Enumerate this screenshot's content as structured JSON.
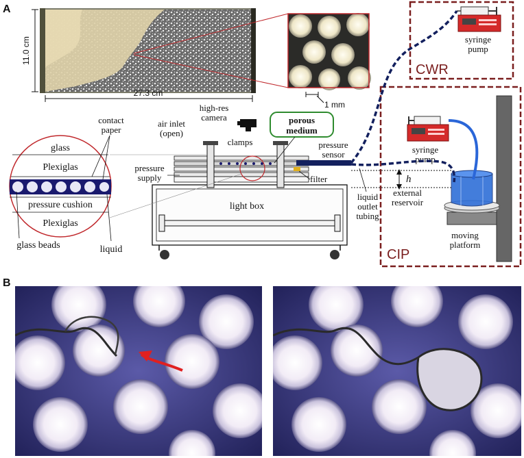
{
  "panels": {
    "a": "A",
    "b": "B"
  },
  "dimensions": {
    "height": "11.0 cm",
    "width": "27.3 cm",
    "scale": "1 mm"
  },
  "labels": {
    "contact_paper_1": "contact",
    "contact_paper_2": "paper",
    "air_inlet_1": "air inlet",
    "air_inlet_2": "(open)",
    "camera_1": "high-res",
    "camera_2": "camera",
    "porous_1": "porous",
    "porous_2": "medium",
    "clamps": "clamps",
    "pressure_sensor_1": "pressure",
    "pressure_sensor_2": "sensor",
    "pressure_supply_1": "pressure",
    "pressure_supply_2": "supply",
    "filter": "filter",
    "glass": "glass",
    "plexiglas_top": "Plexiglas",
    "pressure_cushion": "pressure cushion",
    "plexiglas_bottom": "Plexiglas",
    "glass_beads": "glass beads",
    "liquid": "liquid",
    "light_box": "light box",
    "liquid_outlet_1": "liquid",
    "liquid_outlet_2": "outlet",
    "liquid_outlet_3": "tubing",
    "external_reservoir_1": "external",
    "external_reservoir_2": "reservoir",
    "moving_platform_1": "moving",
    "moving_platform_2": "platform",
    "syringe_pump_cwr_1": "syringe",
    "syringe_pump_cwr_2": "pump",
    "syringe_pump_cip_1": "syringe",
    "syringe_pump_cip_2": "pump",
    "h": "h",
    "cwr": "CWR",
    "cip": "CIP"
  },
  "colors": {
    "frame_red": "#7a1e1e",
    "bead_blue": "#1a1a6e",
    "tube_navy": "#13205e",
    "tube_blue": "#2a66d8",
    "pump_red": "#d42a2a",
    "arrow_red": "#e02020",
    "porous_green": "#2e8b2e"
  }
}
